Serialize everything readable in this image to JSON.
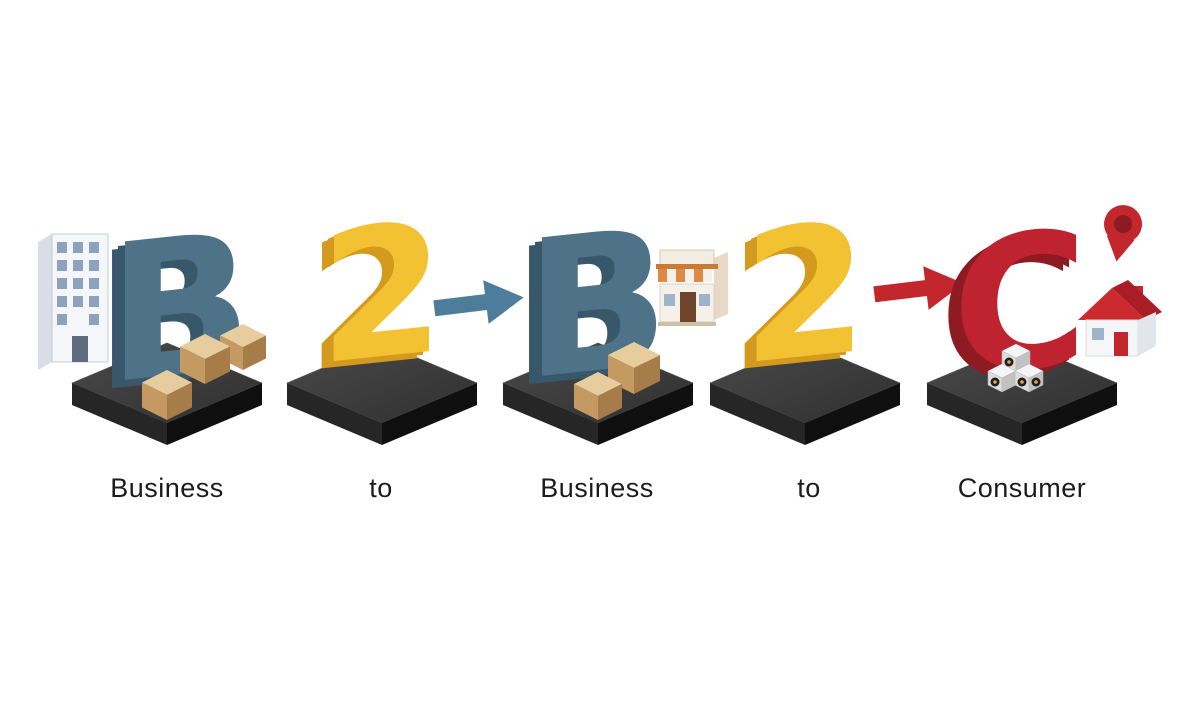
{
  "units": [
    {
      "letter": "B",
      "label": "Business"
    },
    {
      "letter": "2",
      "label": "to"
    },
    {
      "letter": "B",
      "label": "Business"
    },
    {
      "letter": "2",
      "label": "to"
    },
    {
      "letter": "C",
      "label": "Consumer"
    }
  ],
  "icons": {
    "unit1": [
      "office-building-icon",
      "cardboard-boxes-icon"
    ],
    "unit3": [
      "storefront-icon",
      "cardboard-boxes-icon"
    ],
    "unit5": [
      "location-pin-icon",
      "house-icon",
      "parcel-boxes-icon"
    ],
    "connectors": [
      "arrow-right-blue-icon",
      "arrow-right-red-icon"
    ]
  },
  "colors": {
    "letter_blue": "#4e7389",
    "letter_blue_dark": "#39576b",
    "letter_yellow": "#f2c233",
    "letter_yellow_dark": "#d39a1e",
    "letter_red": "#bf2330",
    "letter_red_dark": "#8e1b22",
    "arrow_blue": "#4d7d9b",
    "arrow_red": "#c1272d",
    "platform_top": "#3f3f3f",
    "platform_left": "#262626",
    "platform_right": "#0f0f0f",
    "box_top": "#e7cc9d",
    "box_left": "#c59a62",
    "box_right": "#a67c49",
    "label_text": "#1c1c1c"
  }
}
